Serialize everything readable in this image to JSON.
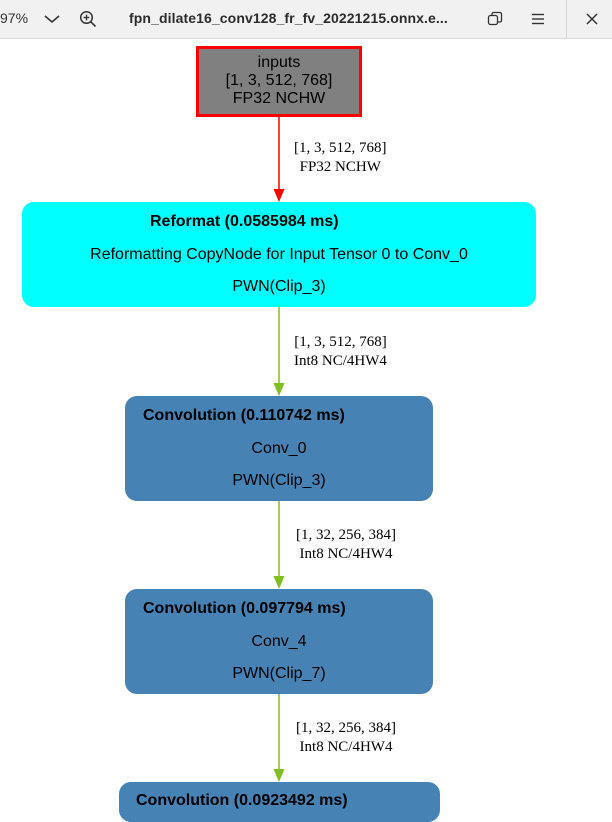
{
  "toolbar": {
    "zoom": "97%",
    "title": "fpn_dilate16_conv128_fr_fv_20221215.onnx.e..."
  },
  "graph": {
    "inputs": {
      "name": "inputs",
      "shape": "[1, 3, 512, 768]",
      "format": "FP32 NCHW"
    },
    "edges": [
      {
        "shape": "[1, 3, 512, 768]",
        "format": "FP32 NCHW",
        "color": "#ff0000"
      },
      {
        "shape": "[1, 3, 512, 768]",
        "format": "Int8 NC/4HW4",
        "color": "#7fbf1f"
      },
      {
        "shape": "[1, 32, 256, 384]",
        "format": "Int8 NC/4HW4",
        "color": "#7fbf1f"
      },
      {
        "shape": "[1, 32, 256, 384]",
        "format": "Int8 NC/4HW4",
        "color": "#7fbf1f"
      }
    ],
    "nodes": [
      {
        "title": "Reformat (0.0585984 ms)",
        "line1": "Reformatting CopyNode for Input Tensor 0 to Conv_0",
        "line2": "PWN(Clip_3)",
        "color": "#00ffff"
      },
      {
        "title": "Convolution (0.110742 ms)",
        "line1": "Conv_0",
        "line2": "PWN(Clip_3)",
        "color": "#4682b4"
      },
      {
        "title": "Convolution (0.097794 ms)",
        "line1": "Conv_4",
        "line2": "PWN(Clip_7)",
        "color": "#4682b4"
      },
      {
        "title": "Convolution (0.0923492 ms)",
        "color": "#4682b4"
      }
    ],
    "input_node_fill": "#808080",
    "input_node_border": "#ff0000"
  },
  "icons": [
    "chevron-down-icon",
    "zoom-in-icon",
    "restore-window-icon",
    "hamburger-menu-icon",
    "close-icon"
  ]
}
